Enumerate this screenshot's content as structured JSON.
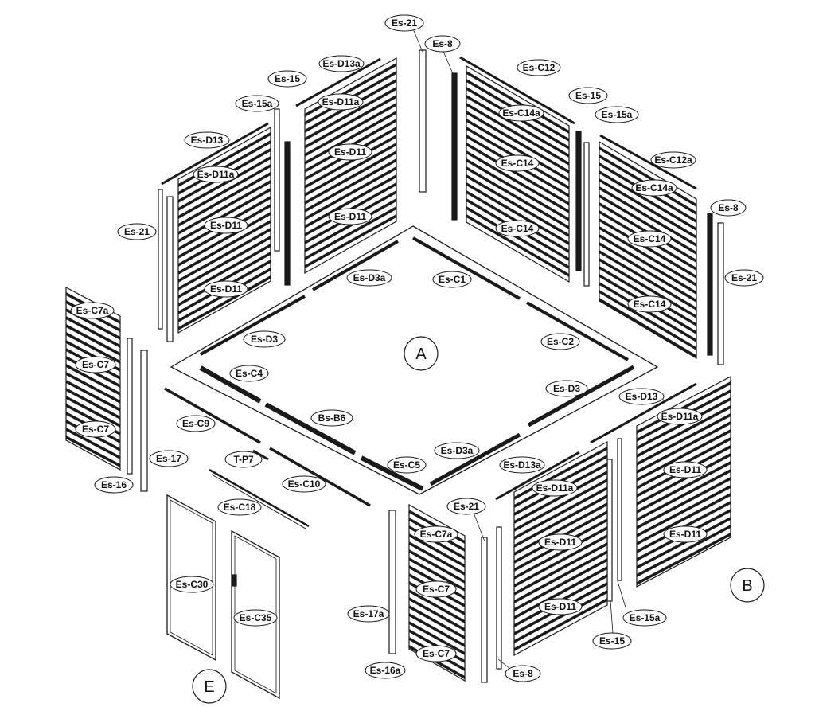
{
  "sections": [
    "A",
    "B",
    "E"
  ],
  "parts": {
    "es21_top": "Es-21",
    "es8_top": "Es-8",
    "esd13a_left": "Es-D13a",
    "esc12": "Es-C12",
    "es15_left": "Es-15",
    "es15a_left": "Es-15a",
    "esd11a_left_upper": "Es-D11a",
    "es15_right": "Es-15",
    "es15a_right": "Es-15a",
    "esc14a_left": "Es-C14a",
    "esd13_left": "Es-D13",
    "esd11a_left": "Es-D11a",
    "esd11_b1": "Es-D11",
    "esc14_1": "Es-C14",
    "esc12a": "Es-C12a",
    "esc14a_right": "Es-C14a",
    "es21_left": "Es-21",
    "esd11_a1": "Es-D11",
    "esd11_b2": "Es-D11",
    "es8_right": "Es-8",
    "esc14_2": "Es-C14",
    "esc14_3": "Es-C14",
    "es21_right": "Es-21",
    "esd3a_top": "Es-D3a",
    "esc1": "Es-C1",
    "esd11_a2": "Es-D11",
    "esc7a_left": "Es-C7a",
    "esc14_4": "Es-C14",
    "esd3_left": "Es-D3",
    "esc2": "Es-C2",
    "esc7_left1": "Es-C7",
    "esc4": "Es-C4",
    "esd3_right": "Es-D3",
    "esd13_right": "Es-D13",
    "esc9": "Es-C9",
    "bsb6": "Bs-B6",
    "esd11a_right": "Es-D11a",
    "esc7_left2": "Es-C7",
    "esd3a_bottom": "Es-D3a",
    "es17": "Es-17",
    "tp7": "T-P7",
    "esc5": "Es-C5",
    "esd13a_right": "Es-D13a",
    "esd11_c1": "Es-D11",
    "es16": "Es-16",
    "esc10": "Es-C10",
    "esd11a_mid": "Es-D11a",
    "esc18": "Es-C18",
    "es21_bottom": "Es-21",
    "esd11_c2": "Es-D11",
    "esc7a_bottom": "Es-C7a",
    "esd11_d1": "Es-D11",
    "esc30": "Es-C30",
    "esc7_bottom1": "Es-C7",
    "es17a": "Es-17a",
    "esd11_d2": "Es-D11",
    "es15a_bottom": "Es-15a",
    "esc35": "Es-C35",
    "es15_bottom": "Es-15",
    "esc7_bottom2": "Es-C7",
    "es16a": "Es-16a",
    "es8_bottom": "Es-8"
  },
  "colors": {
    "line": "#1a1a1a",
    "fill": "#ffffff"
  }
}
